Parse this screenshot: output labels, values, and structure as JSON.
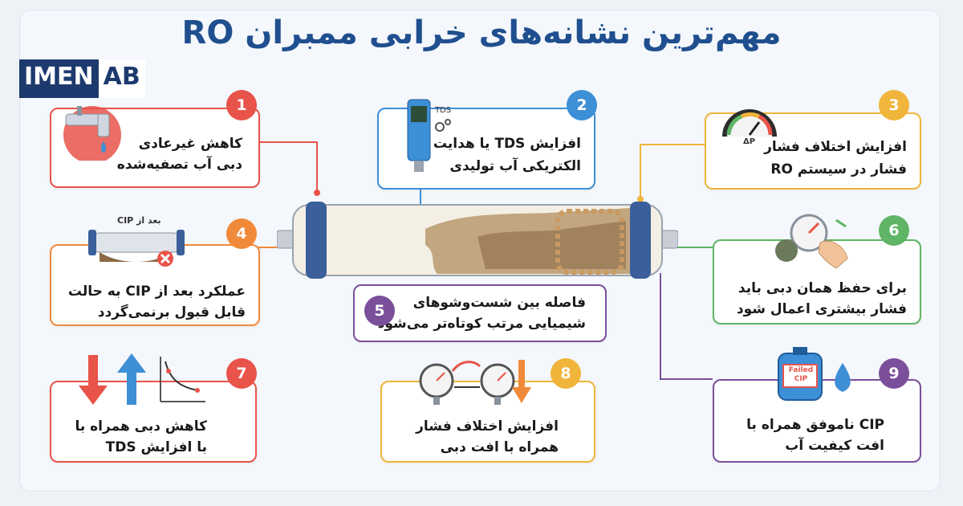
{
  "title": "مهم‌ترین نشانه‌های خرابی ممبران RO",
  "logo": {
    "part1": "IMEN",
    "part2": "AB"
  },
  "colors": {
    "red": "#e8534a",
    "blue": "#3d8fd6",
    "yellow": "#f0b53a",
    "orange": "#f08a3a",
    "green": "#5fb565",
    "purple": "#7b4f9a",
    "title": "#1f4f8f"
  },
  "items": [
    {
      "number": "1",
      "line1": "کاهش غیرعادی",
      "line2": "دبی آب تصفیه‌شده",
      "icon": "faucet-icon"
    },
    {
      "number": "2",
      "line1": "افزایش TDS یا هدایت",
      "line2": "الکتریکی آب تولیدی",
      "icon": "tds-meter-icon",
      "icon_label": "TDS"
    },
    {
      "number": "3",
      "line1": "افزایش اختلاف فشار",
      "line2": "فشار در سیستم RO",
      "icon": "pressure-gauge-icon",
      "icon_label": "ΔP"
    },
    {
      "number": "4",
      "line1": "عملکرد بعد از CIP به حالت",
      "line2": "قابل قبول برنمی‌گردد",
      "icon": "dirty-membrane-icon",
      "icon_label": "بعد از CIP"
    },
    {
      "number": "5",
      "line1": "فاصله بین شست‌وشوهای",
      "line2": "شیمیایی مرتب کوتاه‌تر می‌شود"
    },
    {
      "number": "6",
      "line1": "برای حفظ همان دبی باید",
      "line2": "فشار بیشتری اعمال شود",
      "icon": "hand-valve-icon"
    },
    {
      "number": "7",
      "line1": "کاهش دبی همراه با",
      "line2": "با افزایش TDS",
      "icon": "arrows-graph-icon"
    },
    {
      "number": "8",
      "line1": "افزایش اختلاف فشار",
      "line2": "همراه با افت دبی",
      "icon": "two-gauges-icon"
    },
    {
      "number": "9",
      "line1": "CIP ناموفق همراه با",
      "line2": "افت کیفیت آب",
      "icon": "failed-cip-tank-icon",
      "icon_label": "Failed CIP"
    }
  ]
}
